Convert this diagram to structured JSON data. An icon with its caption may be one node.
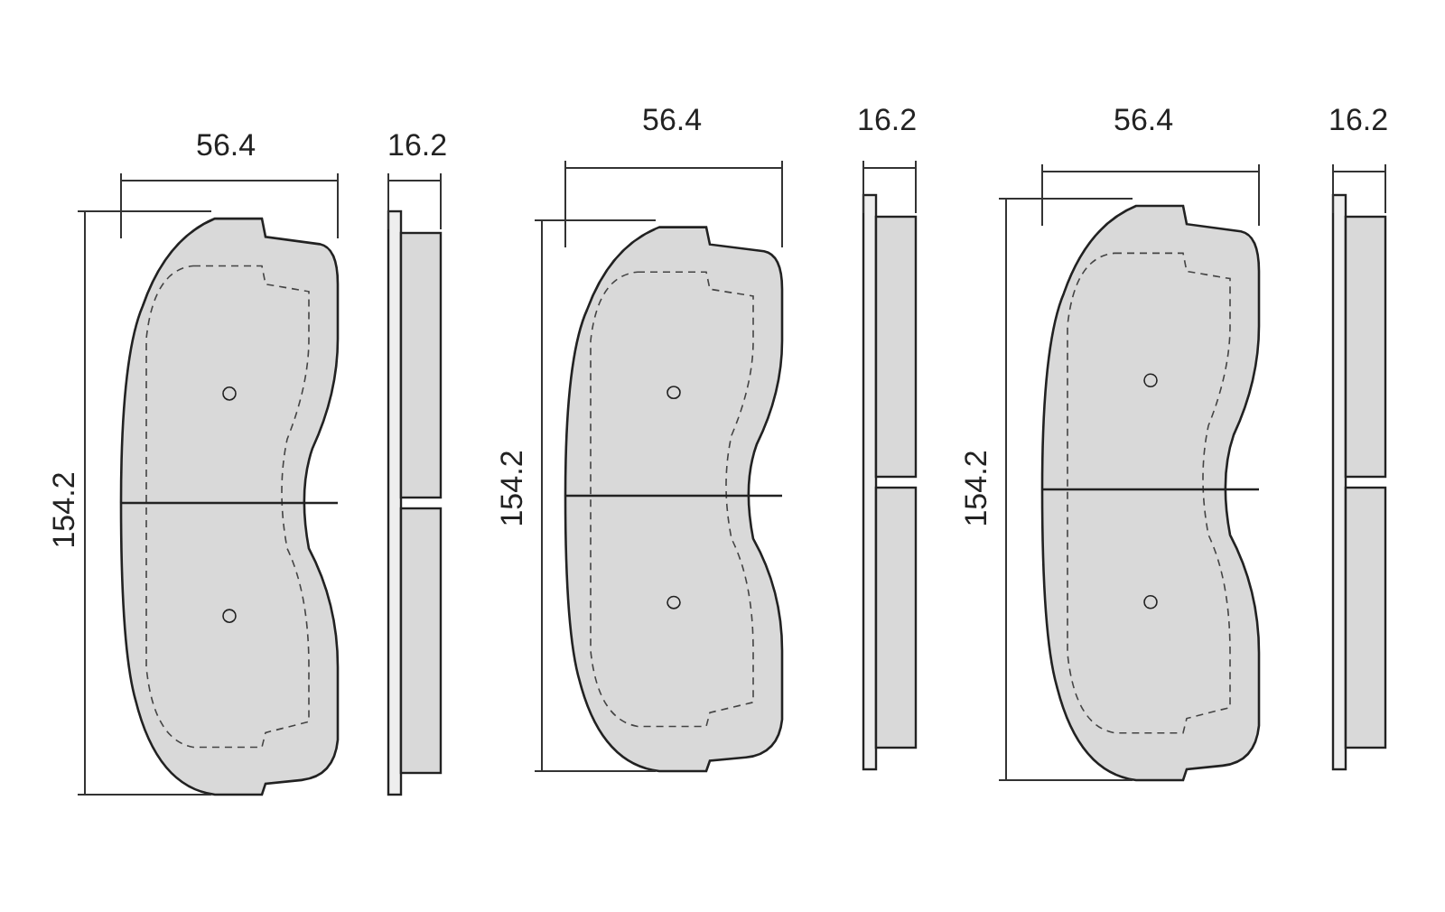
{
  "diagram": {
    "labels": [
      "56.4",
      "16.2",
      "56.4",
      "16.2",
      "56.4",
      "16.2",
      "154.2",
      "154.2",
      "154.2"
    ]
  }
}
